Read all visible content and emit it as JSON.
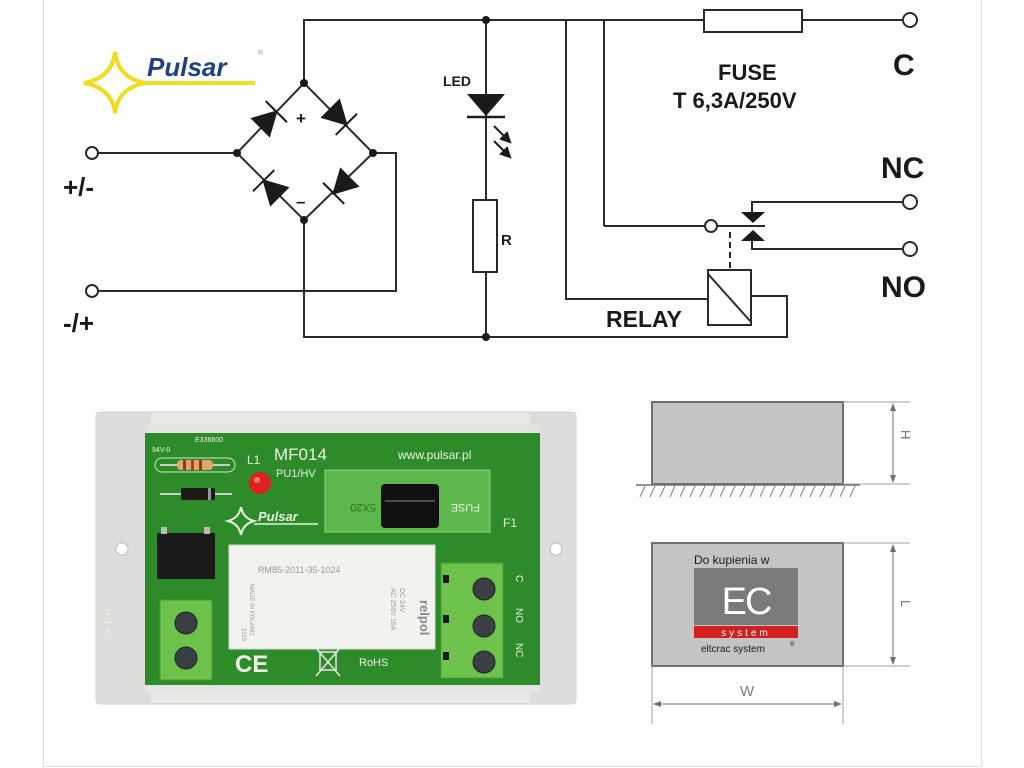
{
  "logo": {
    "brand": "Pulsar",
    "registered": "®"
  },
  "schematic": {
    "terminals_left": [
      "+/-",
      "-/+"
    ],
    "bridge_labels": {
      "plus": "+",
      "minus": "–"
    },
    "led_label": "LED",
    "resistor_label": "R",
    "relay_label": "RELAY",
    "fuse_title": "FUSE",
    "fuse_rating": "T 6,3A/250V",
    "terminals_right": [
      "C",
      "NC",
      "NO"
    ]
  },
  "board": {
    "model": "MF014",
    "variant": "PU1/HV",
    "led_ref": "L1",
    "url": "www.pulsar.pl",
    "fuse_ref": "F1",
    "fuse_holder_text": [
      "FUSE",
      "5X20"
    ],
    "marking_top": "E336600",
    "marking_flame": "94V-0",
    "relay_part": "RM85-2011-35-1024",
    "relay_brand": "relpol",
    "relay_coil": "DC 24V",
    "relay_rating": "AC 250V 16A",
    "relay_origin": "MADE IN POLAND",
    "relay_code": "2115",
    "ce_mark": "CE",
    "rohs": "RoHS",
    "brand": "Pulsar",
    "input_terminal_label": "-/+ | +/-",
    "output_terminal_labels": [
      "NC",
      "NO",
      "C"
    ],
    "colors": {
      "pcb": "#2e8b2a",
      "terminal": "#6cc24a",
      "led": "#e02020",
      "relay": "#f2f2ee"
    }
  },
  "dimensions": {
    "side_view_label": "H",
    "top_view_labels": [
      "L",
      "W"
    ]
  },
  "watermark": {
    "line1": "Do kupienia w",
    "logo": "EC",
    "logo_band": "system",
    "footer": "eltcrac system",
    "registered": "®",
    "colors": {
      "panel": "#7a7a7a",
      "band": "#d22020"
    }
  }
}
